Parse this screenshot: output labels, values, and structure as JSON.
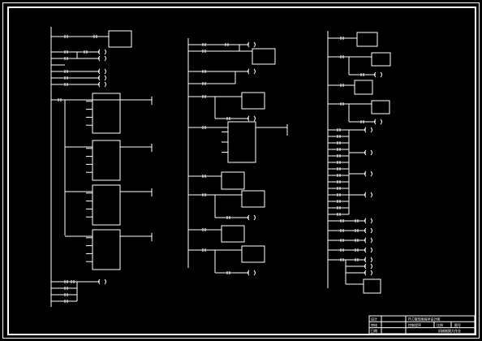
{
  "drawing": {
    "background": "#000000",
    "line_color": "#ffffff",
    "title_block": {
      "row1": {
        "c1": "设计",
        "c2": "PLC梯形图程序设计图",
        "c3": ""
      },
      "row2": {
        "c1": "审核",
        "c2": "控制程序",
        "c3": "比例",
        "c4": "图号"
      },
      "row3": {
        "c1": "日期",
        "c2": "",
        "c3": "机械制图大作业"
      }
    }
  }
}
